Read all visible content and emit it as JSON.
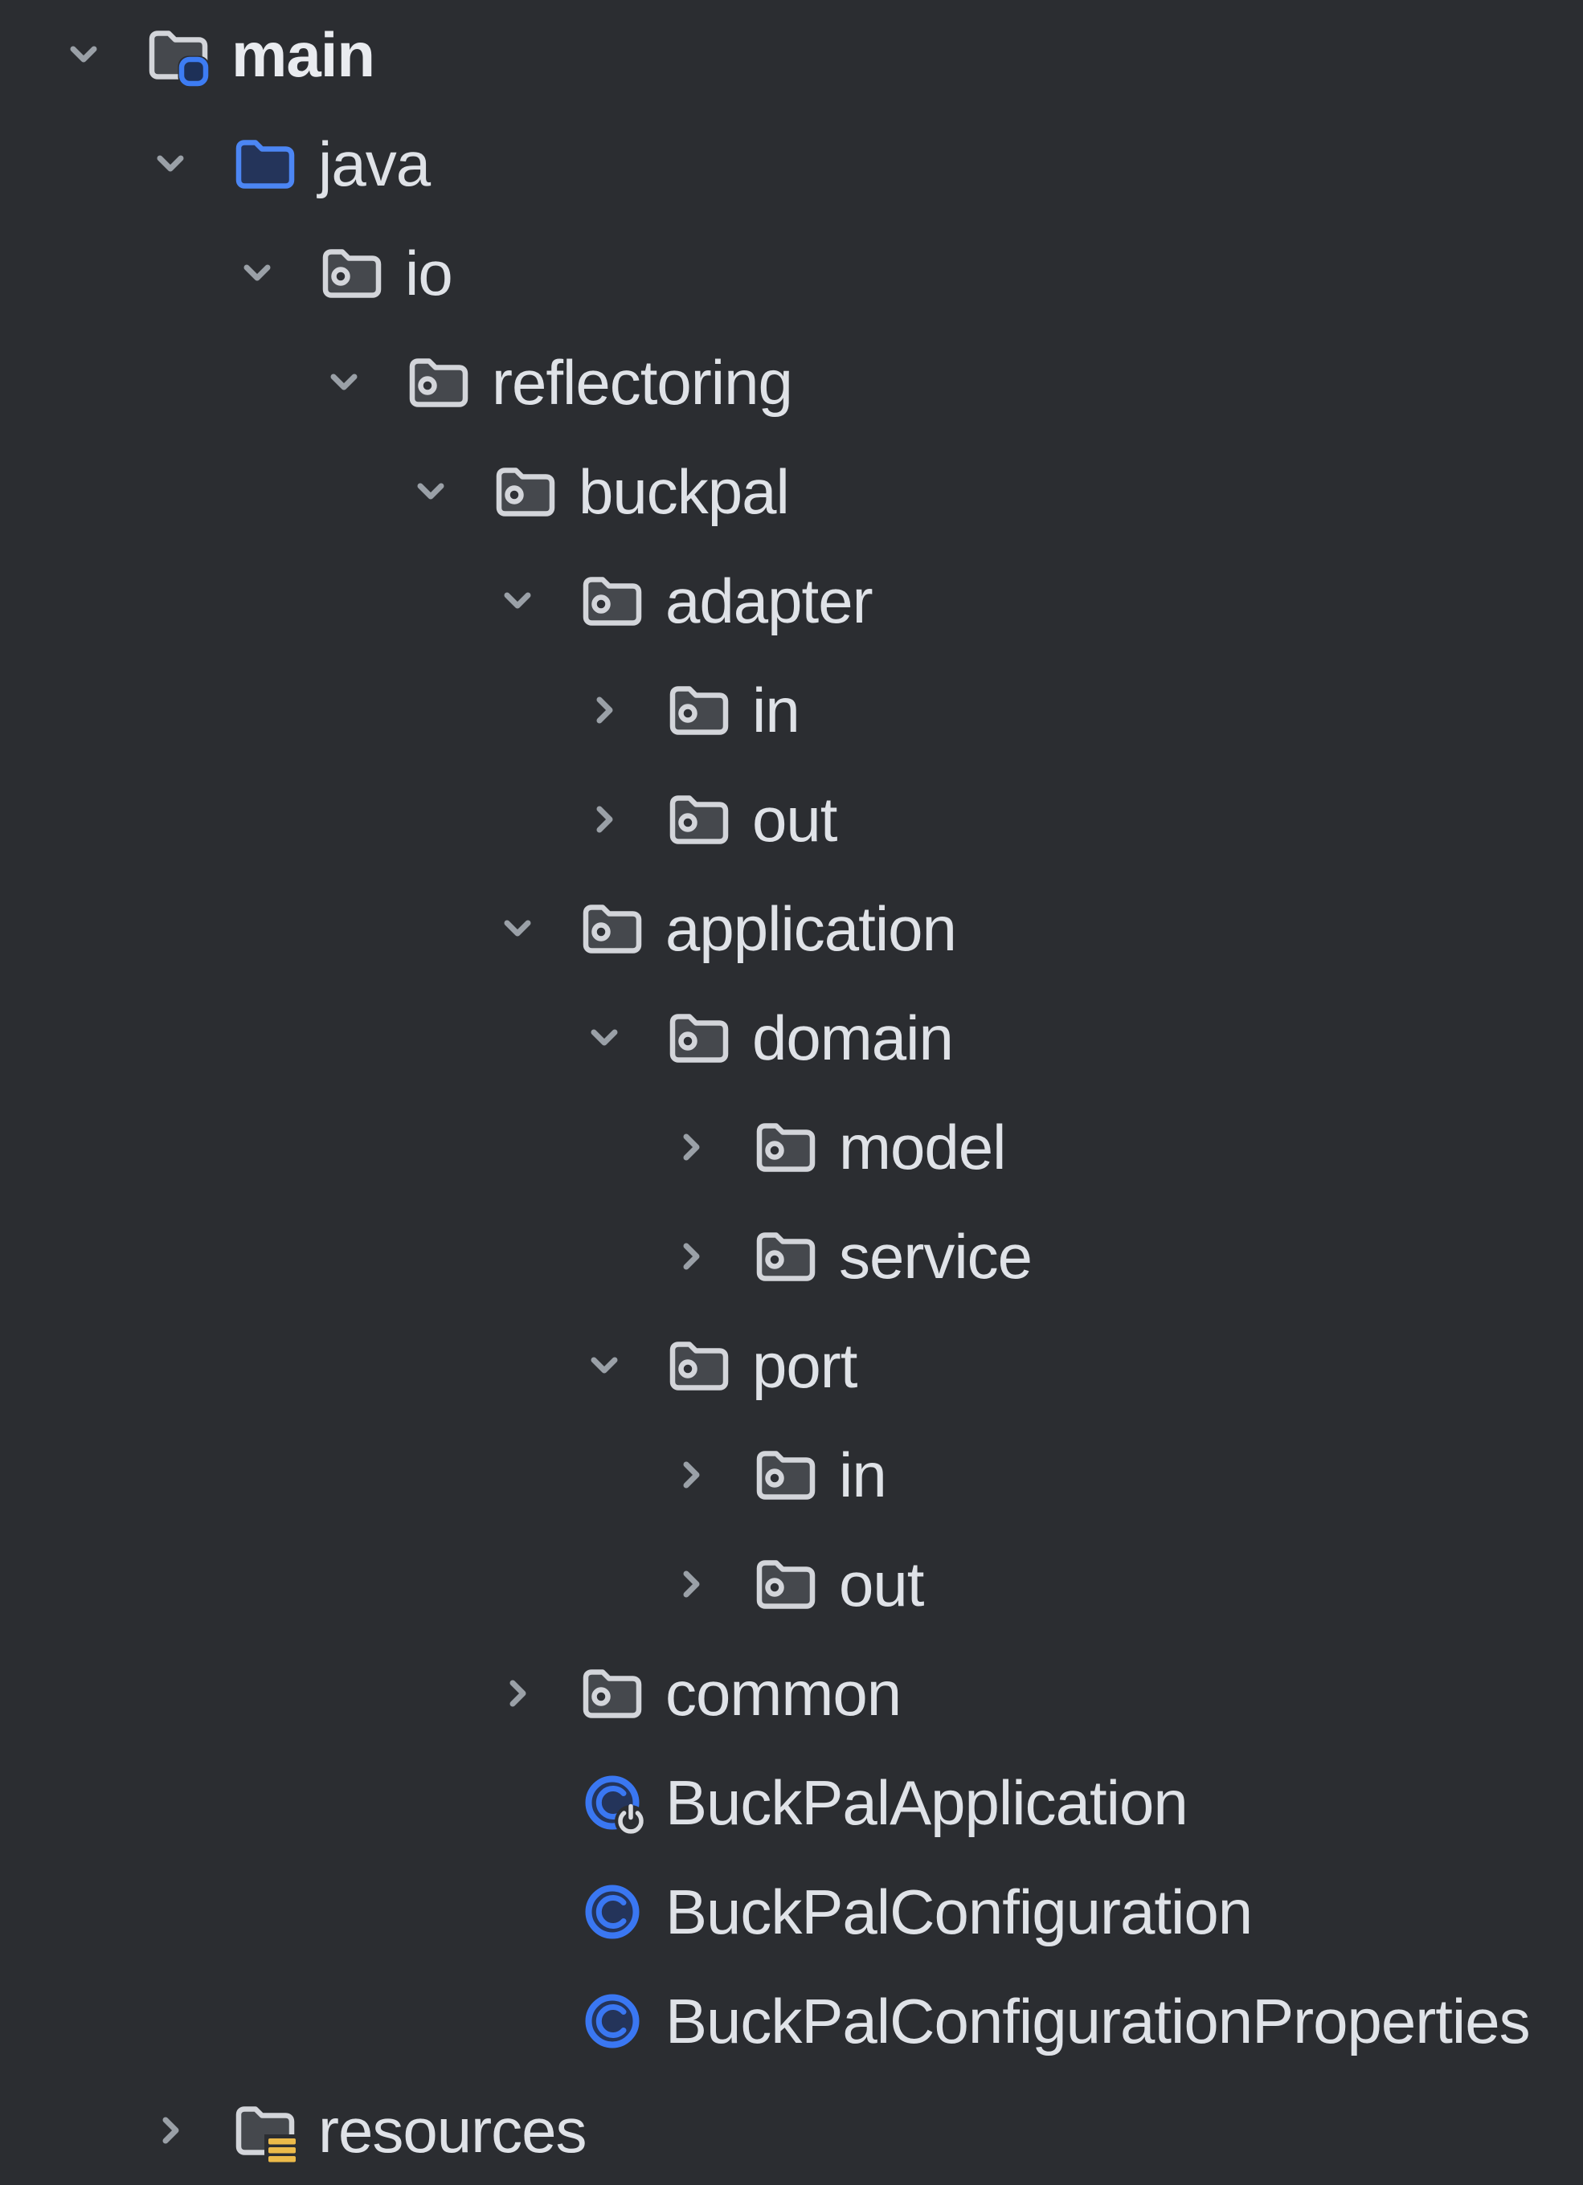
{
  "app": {
    "view": "project-tree"
  },
  "colors": {
    "background": "#2b2d31",
    "text": "#dfe2e7",
    "chevron": "#9aa0a7",
    "folder_stroke": "#d3d5da",
    "folder_fill": "#45484d",
    "accent_blue": "#4c86f4",
    "navy_fill": "#24345a",
    "resources_yellow": "#ecba4a",
    "run_overlay": "#d9dbdf"
  },
  "tree": {
    "items": [
      {
        "label": "main",
        "level": 0,
        "state": "expanded",
        "icon": "module-folder",
        "bold": true
      },
      {
        "label": "java",
        "level": 1,
        "state": "expanded",
        "icon": "sources-root-folder"
      },
      {
        "label": "io",
        "level": 2,
        "state": "expanded",
        "icon": "package-folder"
      },
      {
        "label": "reflectoring",
        "level": 3,
        "state": "expanded",
        "icon": "package-folder"
      },
      {
        "label": "buckpal",
        "level": 4,
        "state": "expanded",
        "icon": "package-folder"
      },
      {
        "label": "adapter",
        "level": 5,
        "state": "expanded",
        "icon": "package-folder"
      },
      {
        "label": "in",
        "level": 6,
        "state": "collapsed",
        "icon": "package-folder"
      },
      {
        "label": "out",
        "level": 6,
        "state": "collapsed",
        "icon": "package-folder"
      },
      {
        "label": "application",
        "level": 5,
        "state": "expanded",
        "icon": "package-folder"
      },
      {
        "label": "domain",
        "level": 6,
        "state": "expanded",
        "icon": "package-folder"
      },
      {
        "label": "model",
        "level": 7,
        "state": "collapsed",
        "icon": "package-folder"
      },
      {
        "label": "service",
        "level": 7,
        "state": "collapsed",
        "icon": "package-folder"
      },
      {
        "label": "port",
        "level": 6,
        "state": "expanded",
        "icon": "package-folder"
      },
      {
        "label": "in",
        "level": 7,
        "state": "collapsed",
        "icon": "package-folder"
      },
      {
        "label": "out",
        "level": 7,
        "state": "collapsed",
        "icon": "package-folder"
      },
      {
        "label": "common",
        "level": 5,
        "state": "collapsed",
        "icon": "package-folder"
      },
      {
        "label": "BuckPalApplication",
        "level": 5,
        "state": null,
        "icon": "runnable-class"
      },
      {
        "label": "BuckPalConfiguration",
        "level": 5,
        "state": null,
        "icon": "class"
      },
      {
        "label": "BuckPalConfigurationProperties",
        "level": 5,
        "state": null,
        "icon": "class"
      },
      {
        "label": "resources",
        "level": 1,
        "state": "collapsed",
        "icon": "resources-folder"
      }
    ]
  }
}
